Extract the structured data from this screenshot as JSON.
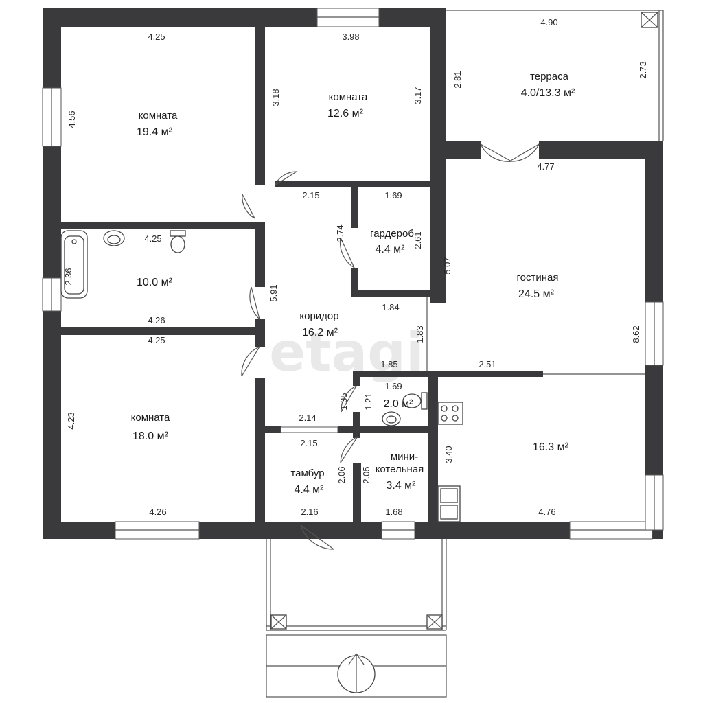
{
  "watermark": "etagi",
  "rooms": {
    "room1": {
      "name": "комната",
      "area": "19.4 м²"
    },
    "room2": {
      "name": "комната",
      "area": "12.6 м²"
    },
    "terrace": {
      "name": "терраса",
      "area": "4.0/13.3 м²"
    },
    "bathroom": {
      "area": "10.0 м²"
    },
    "wardrobe": {
      "name": "гардероб",
      "area": "4.4 м²"
    },
    "living": {
      "name": "гостиная",
      "area": "24.5 м²"
    },
    "corridor": {
      "name": "коридор",
      "area": "16.2 м²"
    },
    "wc": {
      "area": "2.0 м²"
    },
    "room3": {
      "name": "комната",
      "area": "18.0 м²"
    },
    "kitchen": {
      "area": "16.3 м²"
    },
    "vestibule": {
      "name": "тамбур",
      "area": "4.4 м²"
    },
    "boiler": {
      "name_line1": "мини-",
      "name_line2": "котельная",
      "area": "3.4 м²"
    }
  },
  "dimensions": {
    "room1_top": "4.25",
    "room1_left": "4.56",
    "room2_top": "3.98",
    "room2_left": "3.18",
    "room2_right": "3.17",
    "terrace_top": "4.90",
    "terrace_left": "2.81",
    "terrace_right": "2.73",
    "living_top": "4.77",
    "living_left": "5.07",
    "living_right": "8.62",
    "corridor_top": "2.15",
    "corridor_vert": "2.74",
    "corridor_long": "5.91",
    "wardrobe_top": "1.69",
    "wardrobe_right": "2.61",
    "bath_top": "4.25",
    "bath_left": "2.36",
    "bath_bottom": "4.26",
    "hall_1": "1.84",
    "hall_2": "1.83",
    "hall_3": "1.85",
    "wc_top": "1.69",
    "wc_left": "1.35",
    "wc_right": "1.21",
    "corr_bottom": "2.14",
    "room3_top": "4.25",
    "room3_left": "4.23",
    "room3_bottom": "4.26",
    "partition": "2.51",
    "kitchen_left": "3.40",
    "kitchen_bottom": "4.76",
    "vest_top": "2.15",
    "vest_right": "2.06",
    "vest_bottom": "2.16",
    "boiler_left": "2.05",
    "boiler_bottom": "1.68"
  }
}
